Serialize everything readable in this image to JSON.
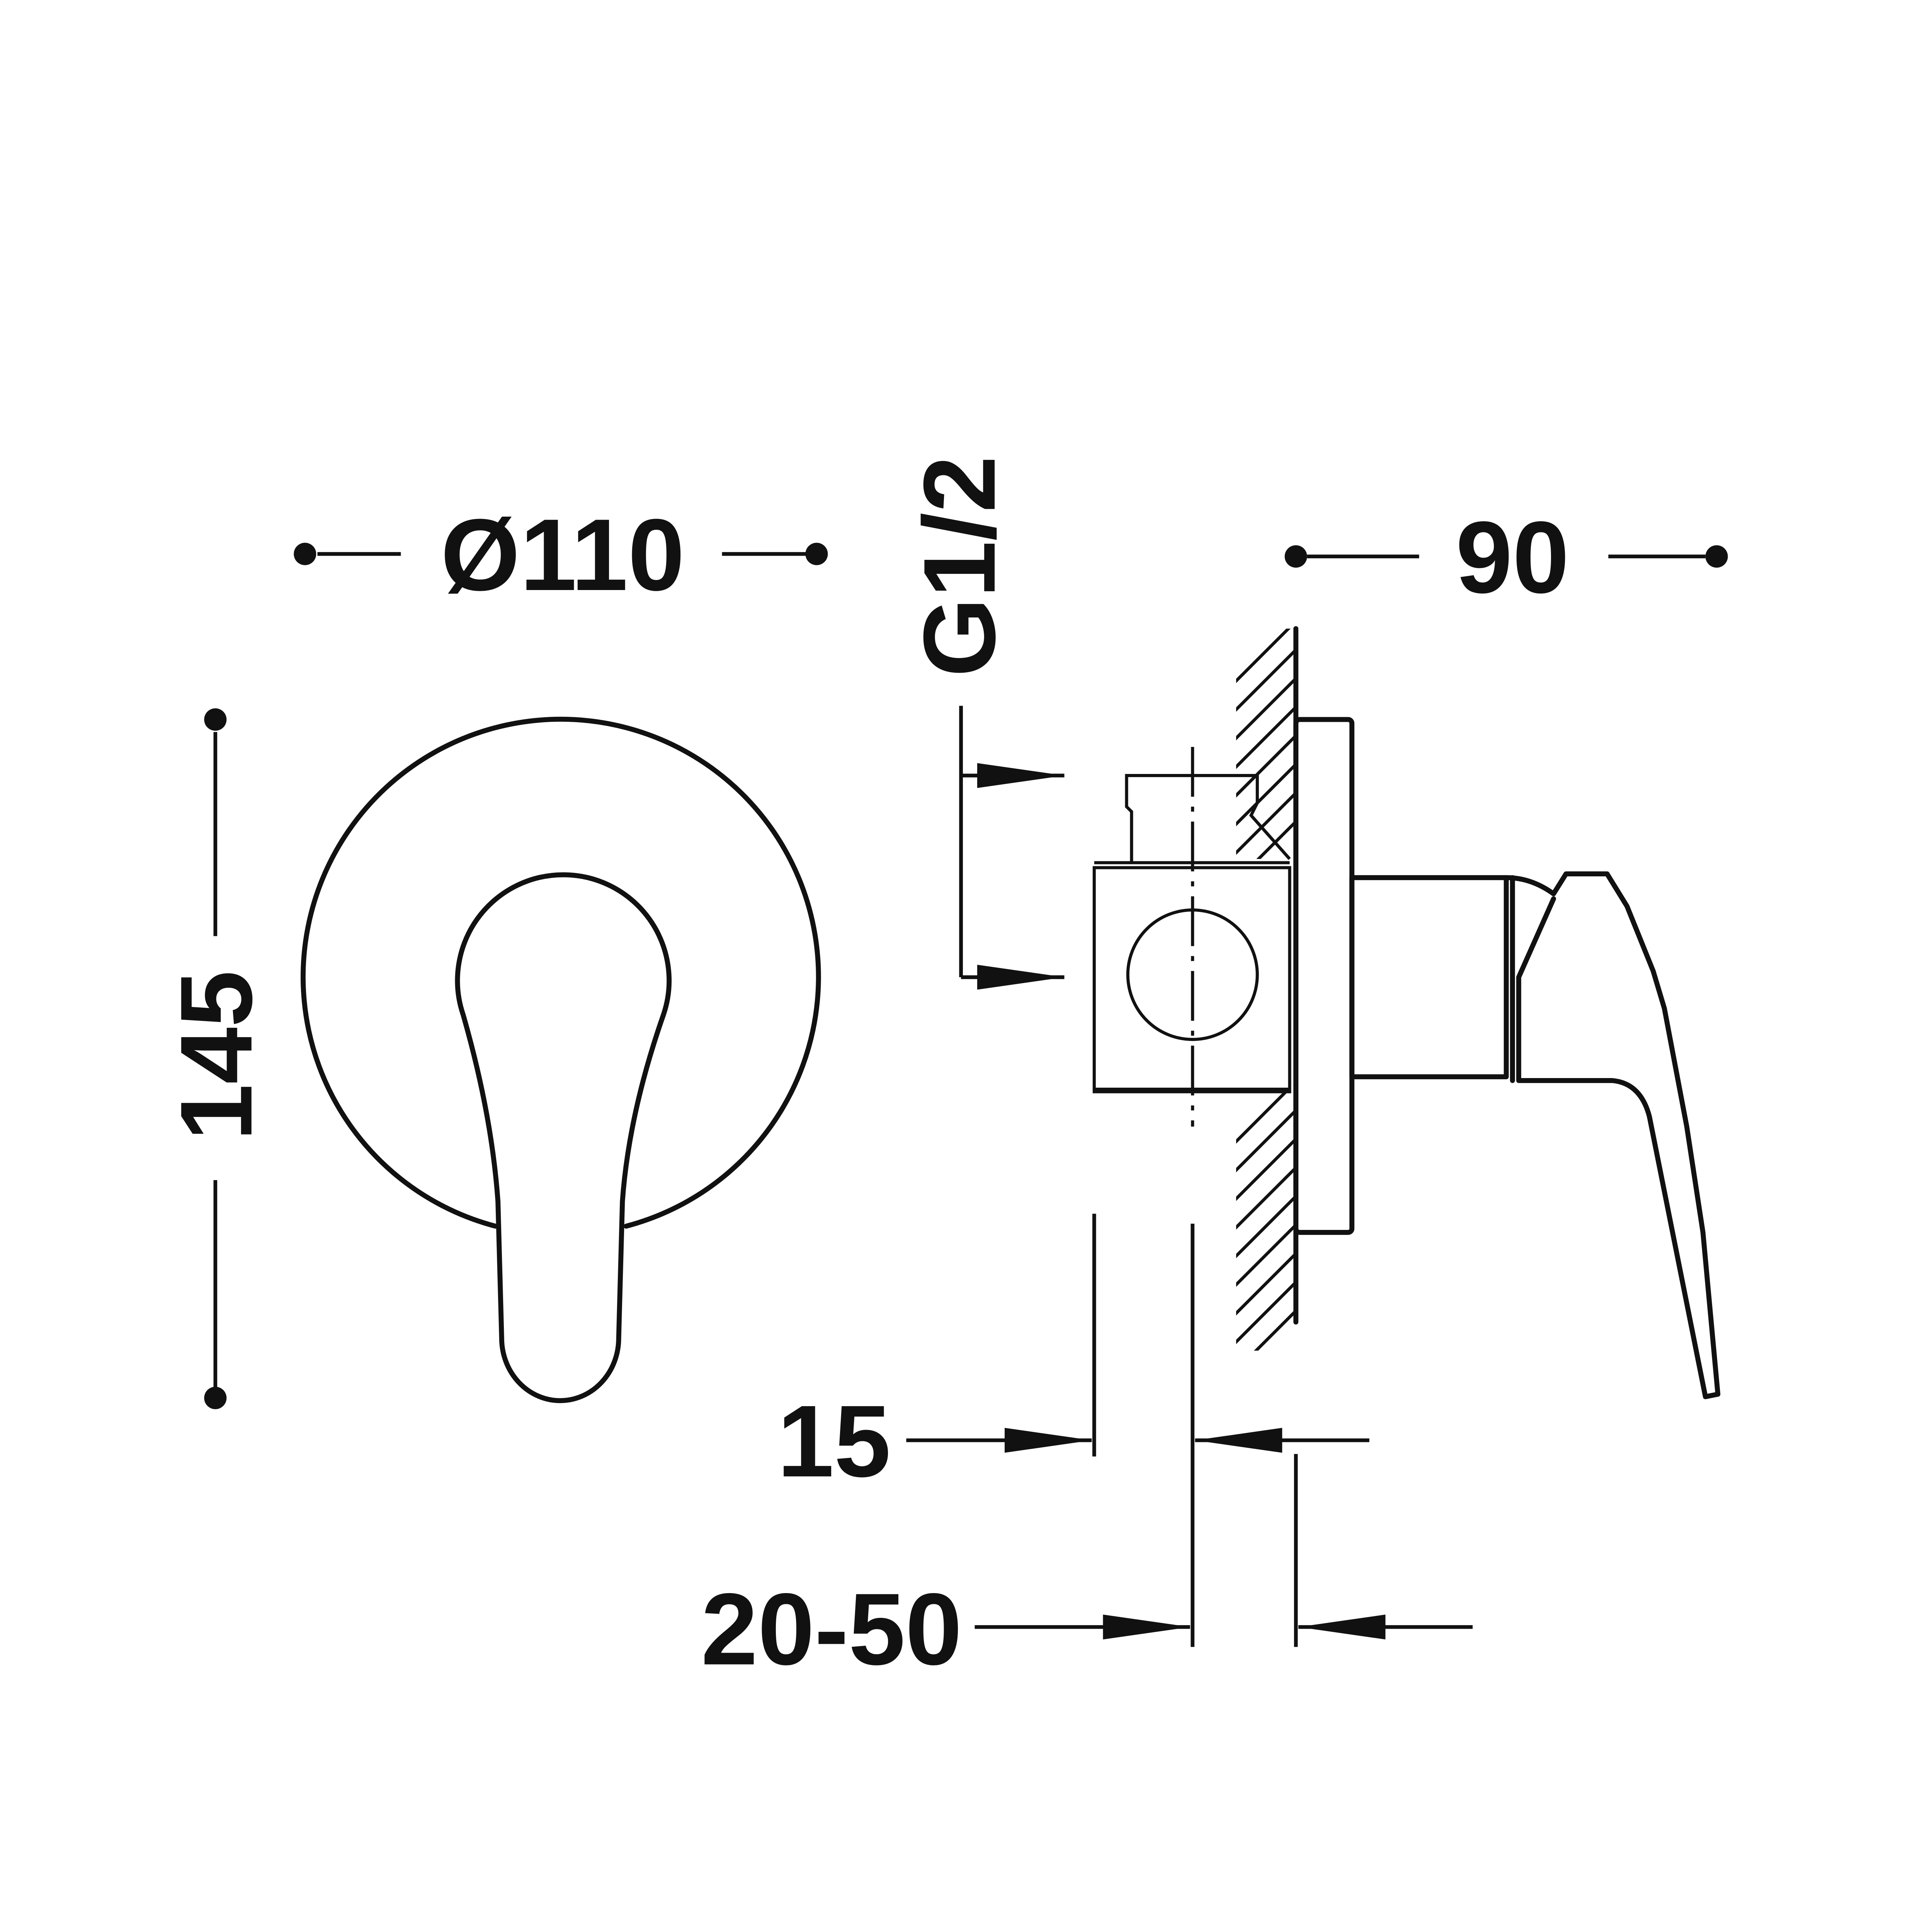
{
  "drawing": {
    "dimensions": {
      "plate_diameter": "Ø110",
      "height": "145",
      "depth": "90",
      "thread": "G1/2",
      "offset": "15",
      "embed_range": "20-50"
    },
    "line_color": "#111111",
    "background": "#ffffff"
  }
}
